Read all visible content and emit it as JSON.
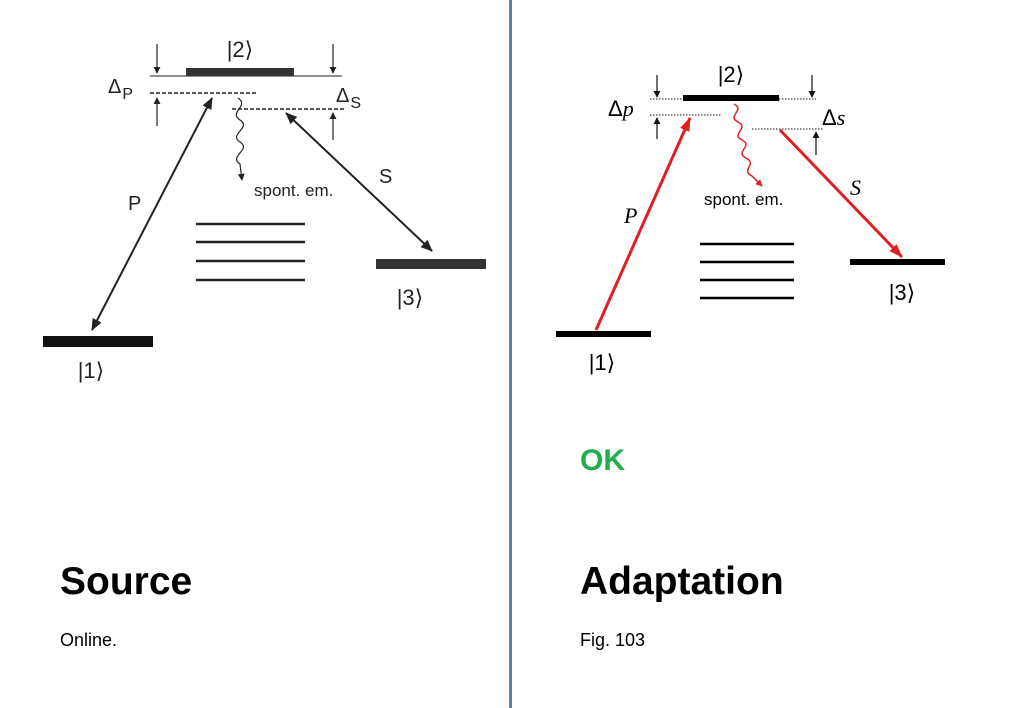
{
  "source": {
    "diagram": {
      "state1": "|1⟩",
      "state2": "|2⟩",
      "state3": "|3⟩",
      "delta_p": "Δ",
      "delta_p_sub": "P",
      "delta_s": "Δ",
      "delta_s_sub": "S",
      "pump": "P",
      "stokes": "S",
      "spontaneous": "spont. em."
    },
    "title": "Source",
    "note": "Online."
  },
  "adaptation": {
    "diagram": {
      "state1": "|1⟩",
      "state2": "|2⟩",
      "state3": "|3⟩",
      "delta_p": "Δ",
      "delta_p_sub": "p",
      "delta_s": "Δ",
      "delta_s_sub": "s",
      "pump": "P",
      "stokes": "S",
      "spontaneous": "spont. em."
    },
    "status": "OK",
    "title": "Adaptation",
    "note": "Fig. 103"
  },
  "colors": {
    "divider": "#5b7fa6",
    "ok": "#1fae4b",
    "laser": "#e02020",
    "ink": "#000000"
  }
}
